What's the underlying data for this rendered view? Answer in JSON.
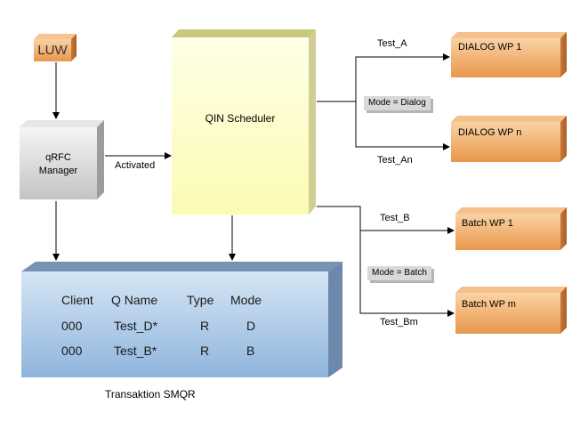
{
  "nodes": {
    "luw": "LUW",
    "qrfc_line1": "qRFC",
    "qrfc_line2": "Manager",
    "scheduler": "QIN Scheduler",
    "dialog1": "DIALOG WP 1",
    "dialogn": "DIALOG WP n",
    "batch1": "Batch WP 1",
    "batchm": "Batch WP m"
  },
  "edges": {
    "activated": "Activated",
    "test_a": "Test_A",
    "test_an": "Test_An",
    "test_b": "Test_B",
    "test_bm": "Test_Bm",
    "mode_dialog": "Mode = Dialog",
    "mode_batch": "Mode = Batch"
  },
  "table": {
    "headers": [
      "Client",
      "Q Name",
      "Type",
      "Mode"
    ],
    "rows": [
      [
        "000",
        "Test_D*",
        "R",
        "D"
      ],
      [
        "000",
        "Test_B*",
        "R",
        "B"
      ]
    ],
    "caption": "Transaktion SMQR"
  },
  "colors": {
    "orange": "#f0a860",
    "grey": "#d6d6d6",
    "yellow": "#ffffc8",
    "blue": "#a9c6e4"
  }
}
